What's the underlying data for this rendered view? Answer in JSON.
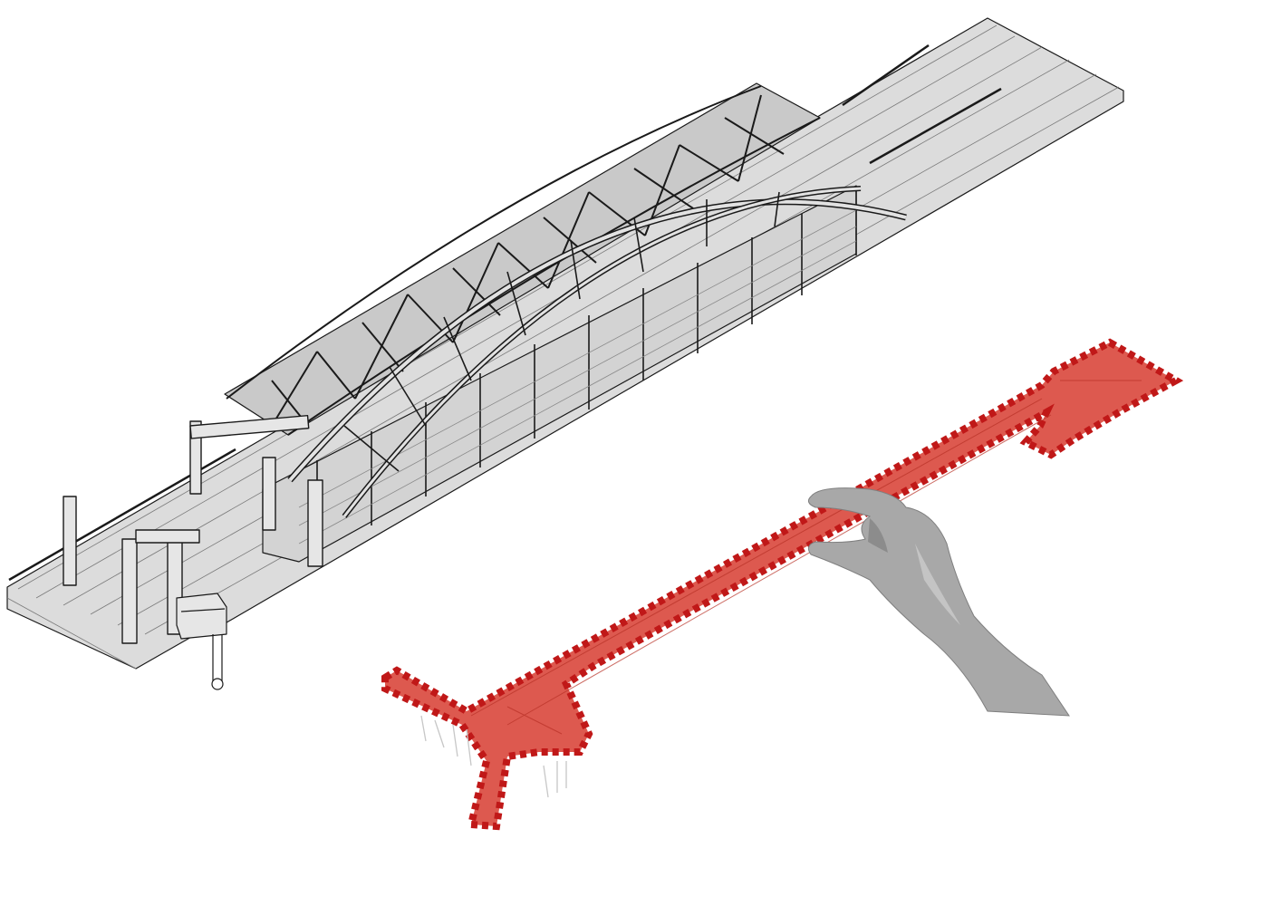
{
  "figure": {
    "type": "isometric-architectural-axonometric",
    "components": [
      {
        "name": "station-building",
        "color": "#d9d9d9",
        "stroke": "#1a1a1a"
      },
      {
        "name": "hand-held-walkway-model",
        "color": "#d9473c",
        "outline": "#c01818"
      },
      {
        "name": "hand",
        "color": "#a8a8a8"
      }
    ]
  },
  "colors": {
    "background": "#ffffff",
    "structure_fill": "#d9d9d9",
    "structure_line": "#1a1a1a",
    "highlight_fill": "#d9473c",
    "highlight_dash": "#c01818",
    "hand_fill": "#a8a8a8"
  }
}
